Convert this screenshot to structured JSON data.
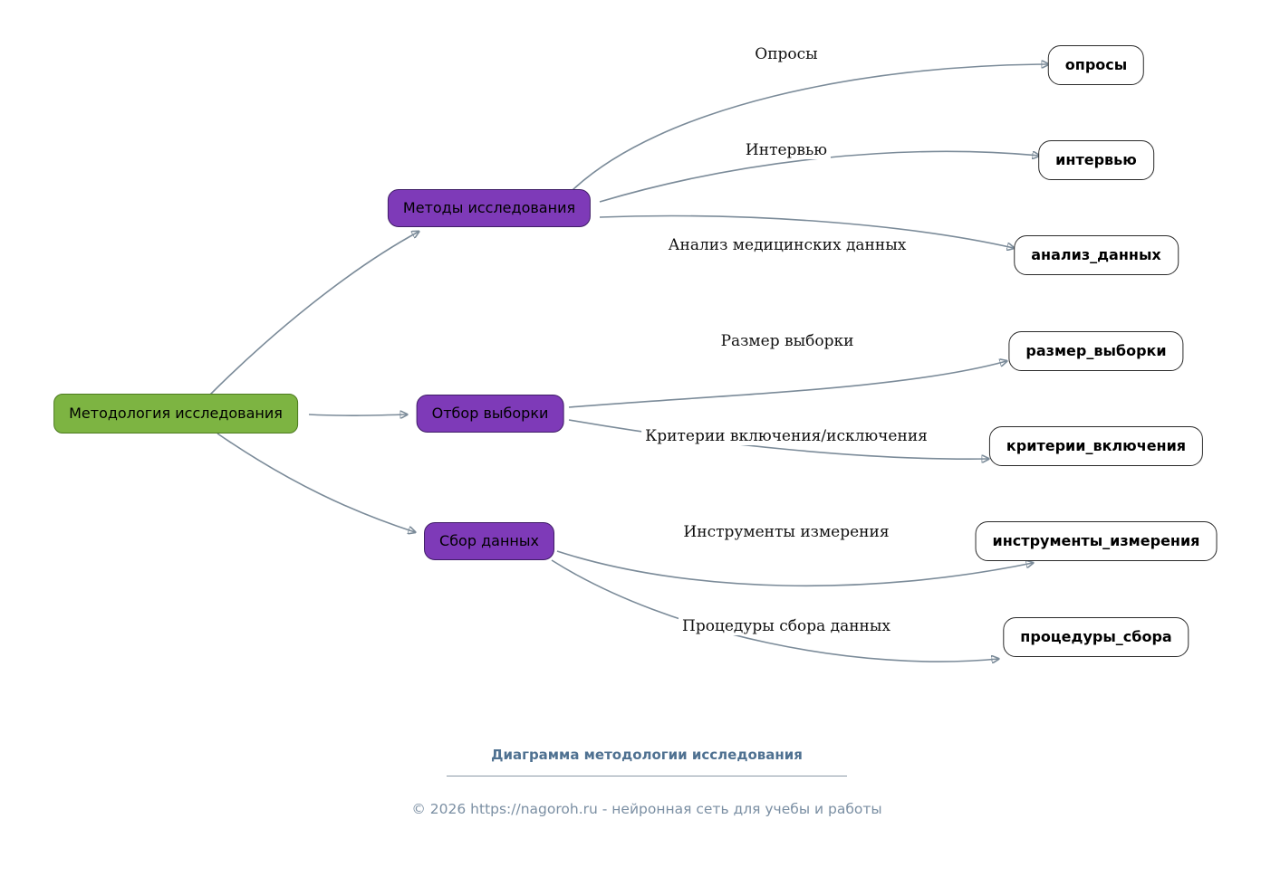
{
  "diagram": {
    "root": {
      "label": "Методология исследования"
    },
    "branches": [
      {
        "label": "Методы исследования",
        "children": [
          {
            "edge_label": "Опросы",
            "label": "опросы"
          },
          {
            "edge_label": "Интервью",
            "label": "интервью"
          },
          {
            "edge_label": "Анализ медицинских данных",
            "label": "анализ_данных"
          }
        ]
      },
      {
        "label": "Отбор выборки",
        "children": [
          {
            "edge_label": "Размер выборки",
            "label": "размер_выборки"
          },
          {
            "edge_label": "Критерии включения/исключения",
            "label": "критерии_включения"
          }
        ]
      },
      {
        "label": "Сбор данных",
        "children": [
          {
            "edge_label": "Инструменты измерения",
            "label": "инструменты_измерения"
          },
          {
            "edge_label": "Процедуры сбора данных",
            "label": "процедуры_сбора"
          }
        ]
      }
    ]
  },
  "footer": {
    "title": "Диаграмма методологии исследования",
    "copyright": "© 2026 https://nagoroh.ru - нейронная сеть для учебы и работы"
  },
  "colors": {
    "root_fill": "#7db442",
    "root_border": "#4c7a1f",
    "branch_fill": "#7e3ab8",
    "branch_border": "#3f1d66",
    "leaf_fill": "#ffffff",
    "leaf_border": "#2a2a2a",
    "edge": "#7b8b99",
    "caption": "#4f7191",
    "copyright": "#7b8fa3"
  }
}
